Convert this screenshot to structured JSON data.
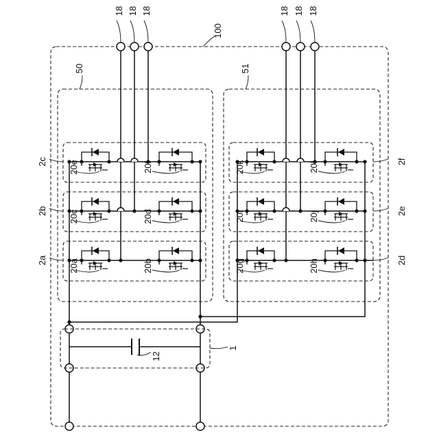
{
  "labels": {
    "device": "100",
    "terminal": "18",
    "module_left": "50",
    "module_right": "51",
    "capacitor_unit": "1",
    "capacitor": "12",
    "legs": {
      "left": [
        "2a",
        "2b",
        "2c"
      ],
      "right": [
        "2d",
        "2e",
        "2f"
      ]
    },
    "switches": {
      "a": "20a",
      "b": "20b",
      "c": "20c",
      "d": "20d",
      "e": "20e",
      "f": "20f",
      "g": "20g",
      "h": "20h",
      "i": "20i",
      "j": "20j",
      "k": "20k",
      "l": "20l"
    }
  }
}
